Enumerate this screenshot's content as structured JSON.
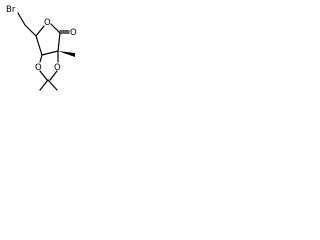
{
  "molecule": {
    "atom_labels": {
      "bromine": "Br",
      "carbonyl_oxygen": "O",
      "ring_oxygen": "O",
      "dioxolane_oxygen_left": "O",
      "dioxolane_oxygen_right": "O"
    }
  },
  "colors": {
    "bond": "#000000",
    "label": "#000000",
    "background": "#ffffff"
  }
}
